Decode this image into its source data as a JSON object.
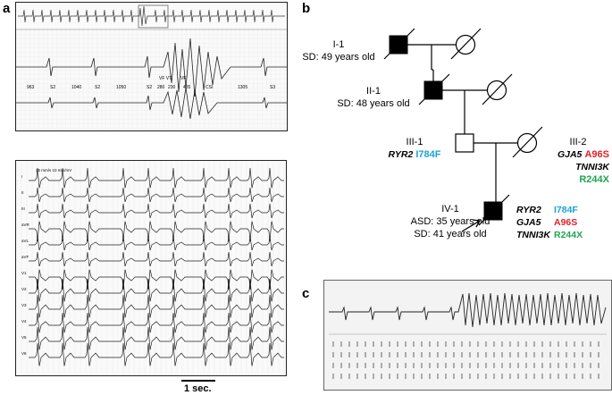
{
  "panels": {
    "a": "a",
    "b": "b",
    "c": "c"
  },
  "panel_a": {
    "top_trace_annotations": [
      "963",
      "S2",
      "1040",
      "S2",
      "1050",
      "S2",
      "VF VT",
      "280",
      "230",
      "VF",
      "435",
      "CSI",
      "1305",
      "S3"
    ],
    "bottom_ecg_leads": [
      "I",
      "II",
      "III",
      "aVR",
      "aVL",
      "aVF",
      "V1",
      "V2",
      "V3",
      "V4",
      "V5",
      "V6"
    ],
    "bottom_ecg_header": "25 mm/s  10 mm/mV",
    "scale_bar_label": "1 sec."
  },
  "pedigree": {
    "I1": {
      "id": "I-1",
      "detail": "SD: 49 years old"
    },
    "II1": {
      "id": "II-1",
      "detail": "SD: 48 years old"
    },
    "III1": {
      "id": "III-1",
      "gene": "RYR2",
      "mutation": "I784F"
    },
    "III2": {
      "id": "III-2",
      "variants": [
        {
          "gene": "GJA5",
          "mutation": "A96S"
        },
        {
          "gene": "TNNI3K",
          "mutation": "R244X"
        }
      ]
    },
    "IV1": {
      "id": "IV-1",
      "detail1": "ASD: 35 years old",
      "detail2": "SD: 41 years old",
      "variants": [
        {
          "gene": "RYR2",
          "mutation": "I784F"
        },
        {
          "gene": "GJA5",
          "mutation": "A96S"
        },
        {
          "gene": "TNNI3K",
          "mutation": "R244X"
        }
      ]
    }
  },
  "colors": {
    "blue": "#1aa3d6",
    "red": "#e0202a",
    "green": "#21a453"
  }
}
